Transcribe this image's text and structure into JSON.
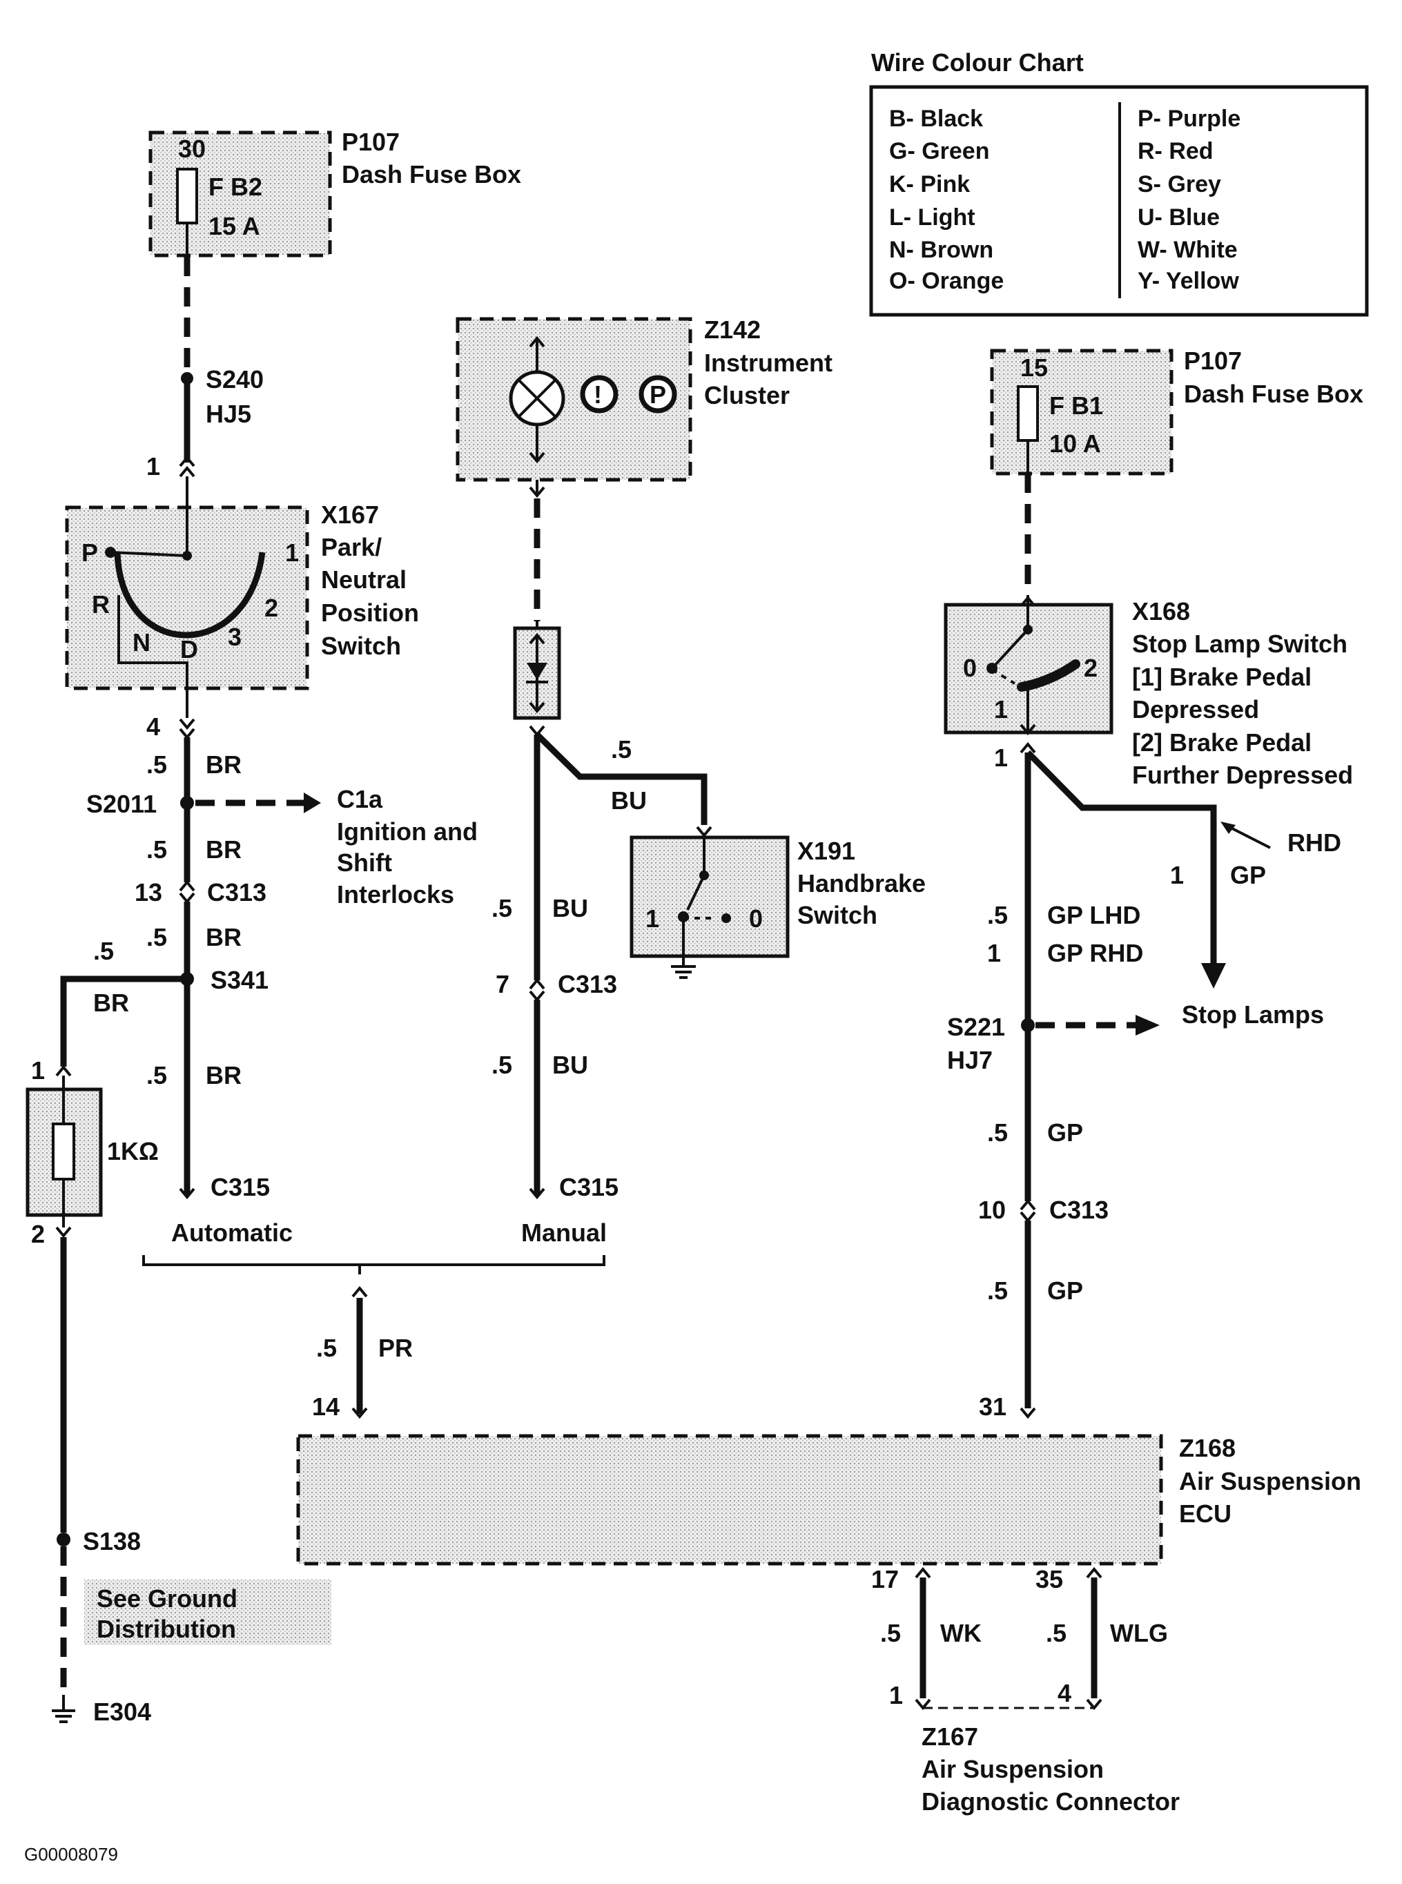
{
  "legend": {
    "title": "Wire Colour Chart",
    "left": [
      "B- Black",
      "G- Green",
      "K- Pink",
      "L- Light",
      "N- Brown",
      "O- Orange"
    ],
    "right": [
      "P- Purple",
      "R- Red",
      "S- Grey",
      "U- Blue",
      "W- White",
      "Y- Yellow"
    ]
  },
  "p107a": {
    "id": "P107",
    "name": "Dash Fuse Box",
    "term": "30",
    "fuse": "F B2",
    "rating": "15 A"
  },
  "p107b": {
    "id": "P107",
    "name": "Dash Fuse Box",
    "term": "15",
    "fuse": "F B1",
    "rating": "10 A"
  },
  "z142": {
    "id": "Z142",
    "l1": "Instrument",
    "l2": "Cluster",
    "ind1": "!",
    "ind2": "P"
  },
  "x167": {
    "id": "X167",
    "l1": "Park/",
    "l2": "Neutral",
    "l3": "Position",
    "l4": "Switch",
    "pos": {
      "p": "P",
      "r": "R",
      "n": "N",
      "d": "D",
      "one": "1",
      "two": "2",
      "three": "3"
    }
  },
  "x168": {
    "id": "X168",
    "l1": "Stop Lamp Switch",
    "l2": "[1]  Brake Pedal",
    "l3": "Depressed",
    "l4": "[2]  Brake Pedal",
    "l5": "Further Depressed",
    "p0": "0",
    "p1": "1",
    "p2": "2"
  },
  "x191": {
    "id": "X191",
    "l1": "Handbrake",
    "l2": "Switch",
    "p1": "1",
    "p0": "0"
  },
  "z168": {
    "id": "Z168",
    "l1": "Air Suspension",
    "l2": "ECU"
  },
  "z167": {
    "id": "Z167",
    "l1": "Air Suspension",
    "l2": "Diagnostic Connector"
  },
  "splices": {
    "s240": "S240",
    "hj5": "HJ5",
    "s2011": "S2011",
    "s341": "S341",
    "s221": "S221",
    "hj7": "HJ7",
    "s138": "S138",
    "e304": "E304",
    "c1a": "C1a",
    "c1a_l1": "Ignition and",
    "c1a_l2": "Shift",
    "c1a_l3": "Interlocks"
  },
  "connectors": {
    "c313": "C313",
    "c315": "C315"
  },
  "labels": {
    "automatic": "Automatic",
    "manual": "Manual",
    "resistor": "1KΩ",
    "stop_lamps": "Stop Lamps",
    "rhd": "RHD",
    "ground_box": [
      "See Ground",
      "Distribution"
    ],
    "figure_id": "G00008079"
  },
  "wires": {
    "size": ".5",
    "br": "BR",
    "bu": "BU",
    "pr": "PR",
    "gp": "GP",
    "wk": "WK",
    "wlg": "WLG",
    "one": "1",
    "gp_lhd": "GP  LHD",
    "gp_rhd": "GP  RHD"
  },
  "pins": {
    "p1": "1",
    "p4": "4",
    "p13": "13",
    "p2": "2",
    "p7": "7",
    "p14": "14",
    "p10": "10",
    "p31": "31",
    "p17": "17",
    "p35": "35",
    "p4b": "4"
  }
}
